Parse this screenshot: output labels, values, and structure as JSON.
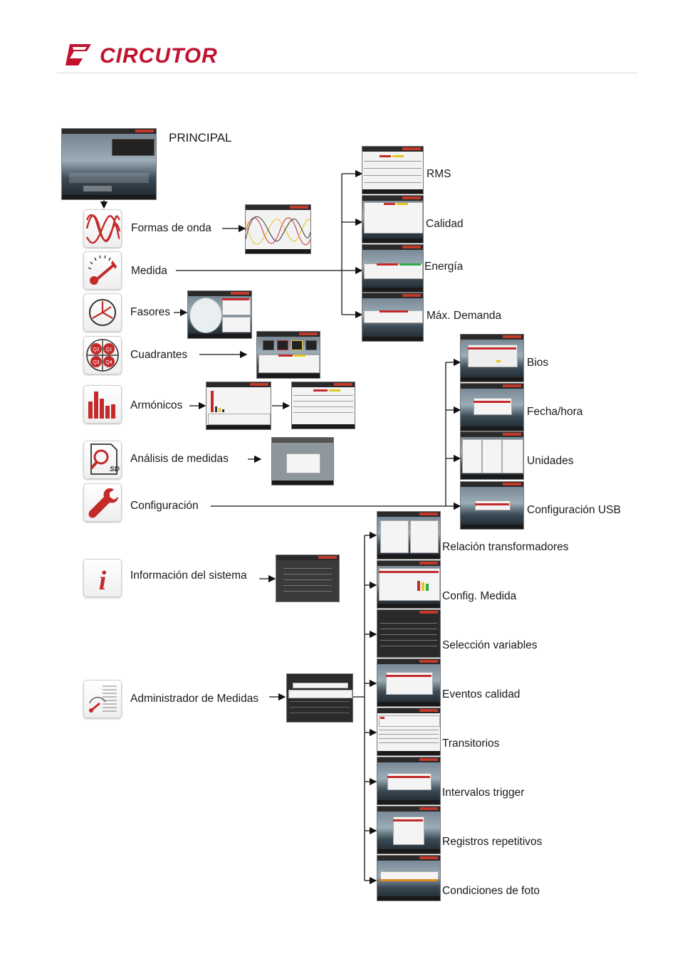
{
  "brand": {
    "name": "CIRCUTOR",
    "color": "#c1122f"
  },
  "main_screen": {
    "label": "PRINCIPAL",
    "title": "Menu principal"
  },
  "menu_items": [
    {
      "label": "Formas de onda",
      "icon": "waveform-icon"
    },
    {
      "label": "Medida",
      "icon": "gauge-icon"
    },
    {
      "label": "Fasores",
      "icon": "phasor-icon"
    },
    {
      "label": "Cuadrantes",
      "icon": "quadrants-icon"
    },
    {
      "label": "Armónicos",
      "icon": "harmonics-bars-icon"
    },
    {
      "label": "Análisis de medidas",
      "icon": "sd-card-magnifier-icon"
    },
    {
      "label": "Configuración",
      "icon": "wrench-icon"
    },
    {
      "label": "Información del sistema",
      "icon": "info-icon"
    },
    {
      "label": "Administrador de Medidas",
      "icon": "measurement-manager-icon"
    }
  ],
  "quadrant_labels": [
    "Q2",
    "Q1",
    "Q3",
    "Q4"
  ],
  "medida_sub": [
    "RMS",
    "Calidad",
    "Energía",
    "Máx. Demanda"
  ],
  "config_sub": [
    "Bios",
    "Fecha/hora",
    "Unidades",
    "Configuración USB"
  ],
  "admin_sub": [
    "Relación transformadores",
    "Config. Medida",
    "Selección variables",
    "Eventos calidad",
    "Transitorios",
    "Intervalos trigger",
    "Registros repetitivos",
    "Condiciones de foto"
  ],
  "colors": {
    "accent_red": "#c42a2a",
    "yellow": "#e4c51a",
    "green": "#2ea84a"
  }
}
